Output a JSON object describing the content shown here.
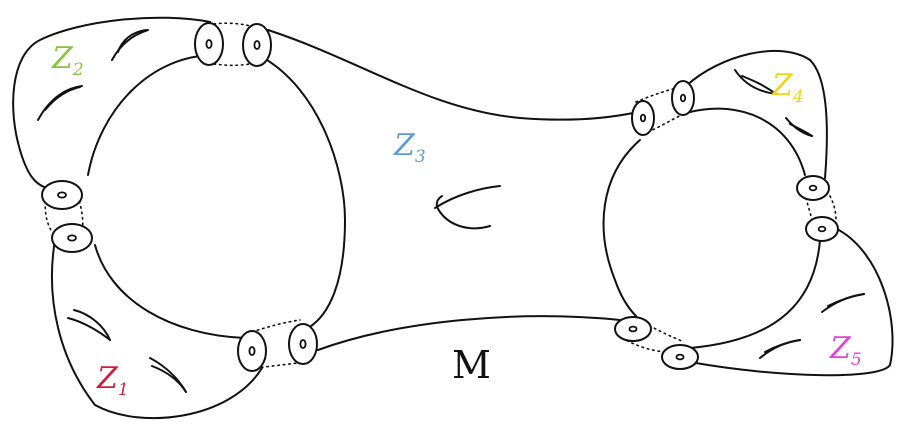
{
  "labels": {
    "z1": {
      "text": "Z",
      "sub": "1",
      "color": "#d01c3a"
    },
    "z2": {
      "text": "Z",
      "sub": "2",
      "color": "#86c43d"
    },
    "z3": {
      "text": "Z",
      "sub": "3",
      "color": "#5b9bd5"
    },
    "z4": {
      "text": "Z",
      "sub": "4",
      "color": "#f2d21a"
    },
    "z5": {
      "text": "Z",
      "sub": "5",
      "color": "#e040d8"
    },
    "m": {
      "text": "M",
      "color": "#111111"
    }
  },
  "pieces": [
    {
      "name": "Z1",
      "genus_holes": 2
    },
    {
      "name": "Z2",
      "genus_holes": 2
    },
    {
      "name": "Z3",
      "genus_holes": 1
    },
    {
      "name": "Z4",
      "genus_holes": 2
    },
    {
      "name": "Z5",
      "genus_holes": 2
    }
  ]
}
